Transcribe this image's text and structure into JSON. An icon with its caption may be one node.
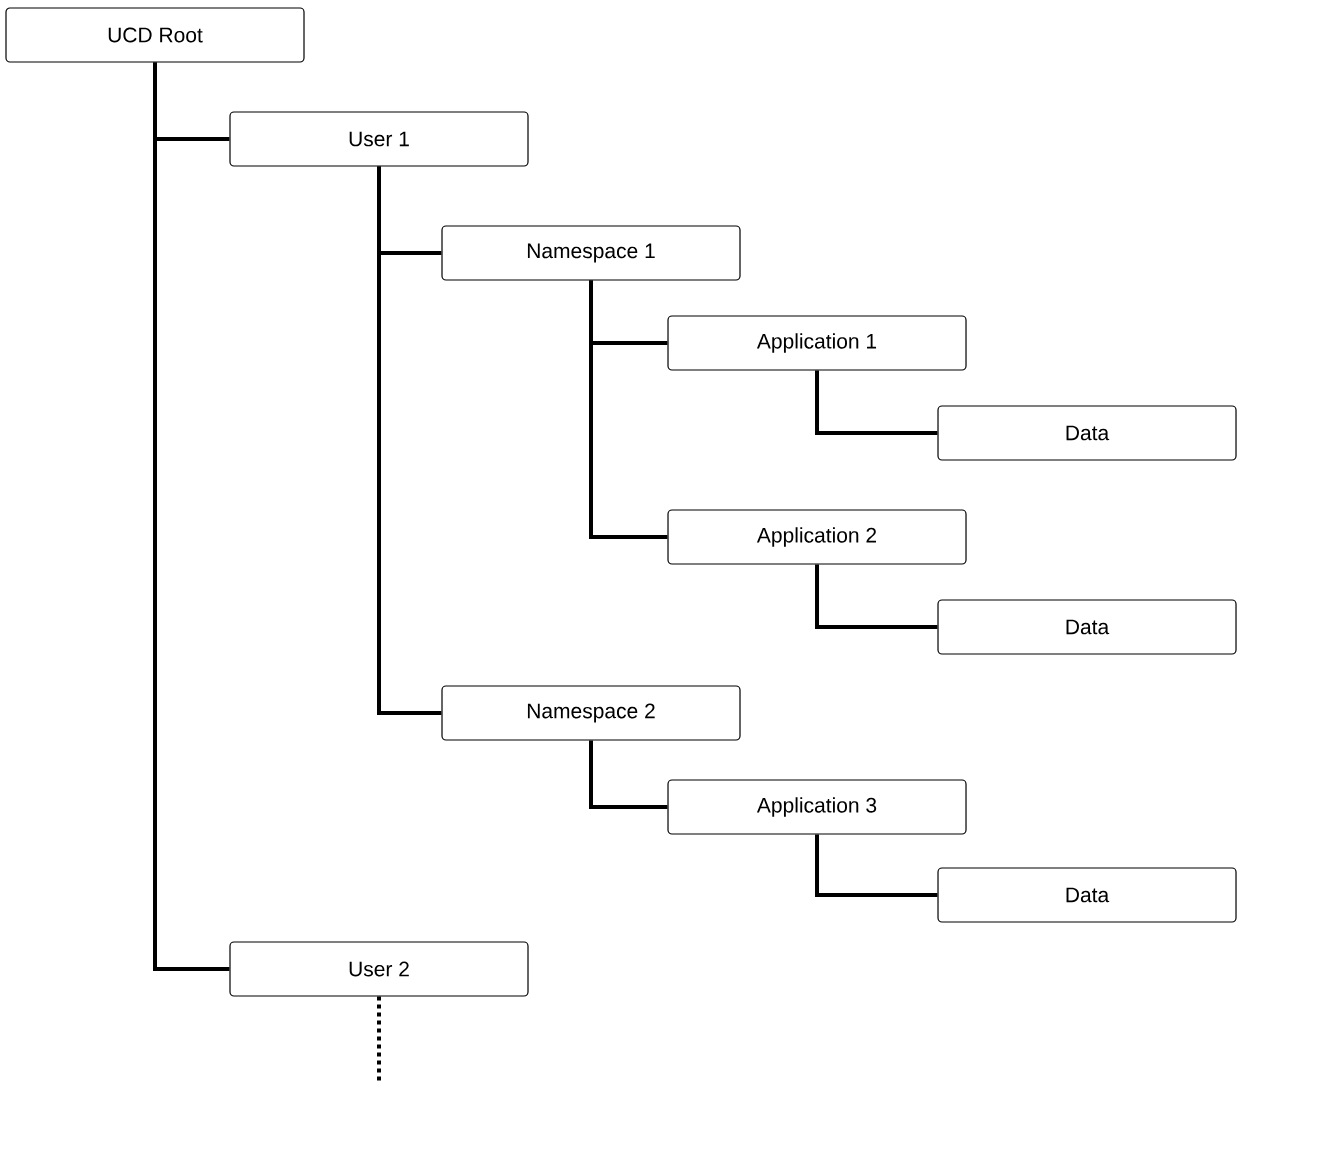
{
  "diagram": {
    "nodes": [
      {
        "text": [
          "UCD Root"
        ]
      },
      {
        "text": [
          "User 1"
        ]
      },
      {
        "text": [
          "Namespace 1"
        ]
      },
      {
        "text": [
          "Application 1"
        ]
      },
      {
        "text": [
          "Data"
        ]
      },
      {
        "text": [
          "Application 2"
        ]
      },
      {
        "text": [
          "Data"
        ]
      },
      {
        "text": [
          "Namespace 2"
        ]
      },
      {
        "text": [
          "Application 3"
        ]
      },
      {
        "text": [
          "Data"
        ]
      },
      {
        "text": [
          "User 2"
        ]
      }
    ],
    "edges": [
      {
        "from": 0,
        "to": 1,
        "arrow": "none"
      },
      {
        "from": 0,
        "to": 10,
        "arrow": "none"
      },
      {
        "from": 1,
        "to": 2,
        "arrow": "none"
      },
      {
        "from": 1,
        "to": 7,
        "arrow": "none"
      },
      {
        "from": 2,
        "to": 3,
        "arrow": "none"
      },
      {
        "from": 2,
        "to": 5,
        "arrow": "none"
      },
      {
        "from": 3,
        "to": 4,
        "arrow": "none"
      },
      {
        "from": 5,
        "to": 6,
        "arrow": "none"
      },
      {
        "from": 7,
        "to": 8,
        "arrow": "none"
      },
      {
        "from": 8,
        "to": 9,
        "arrow": "none"
      },
      {
        "from": 10,
        "to": null,
        "arrow": "none",
        "style": "dashed"
      }
    ]
  }
}
